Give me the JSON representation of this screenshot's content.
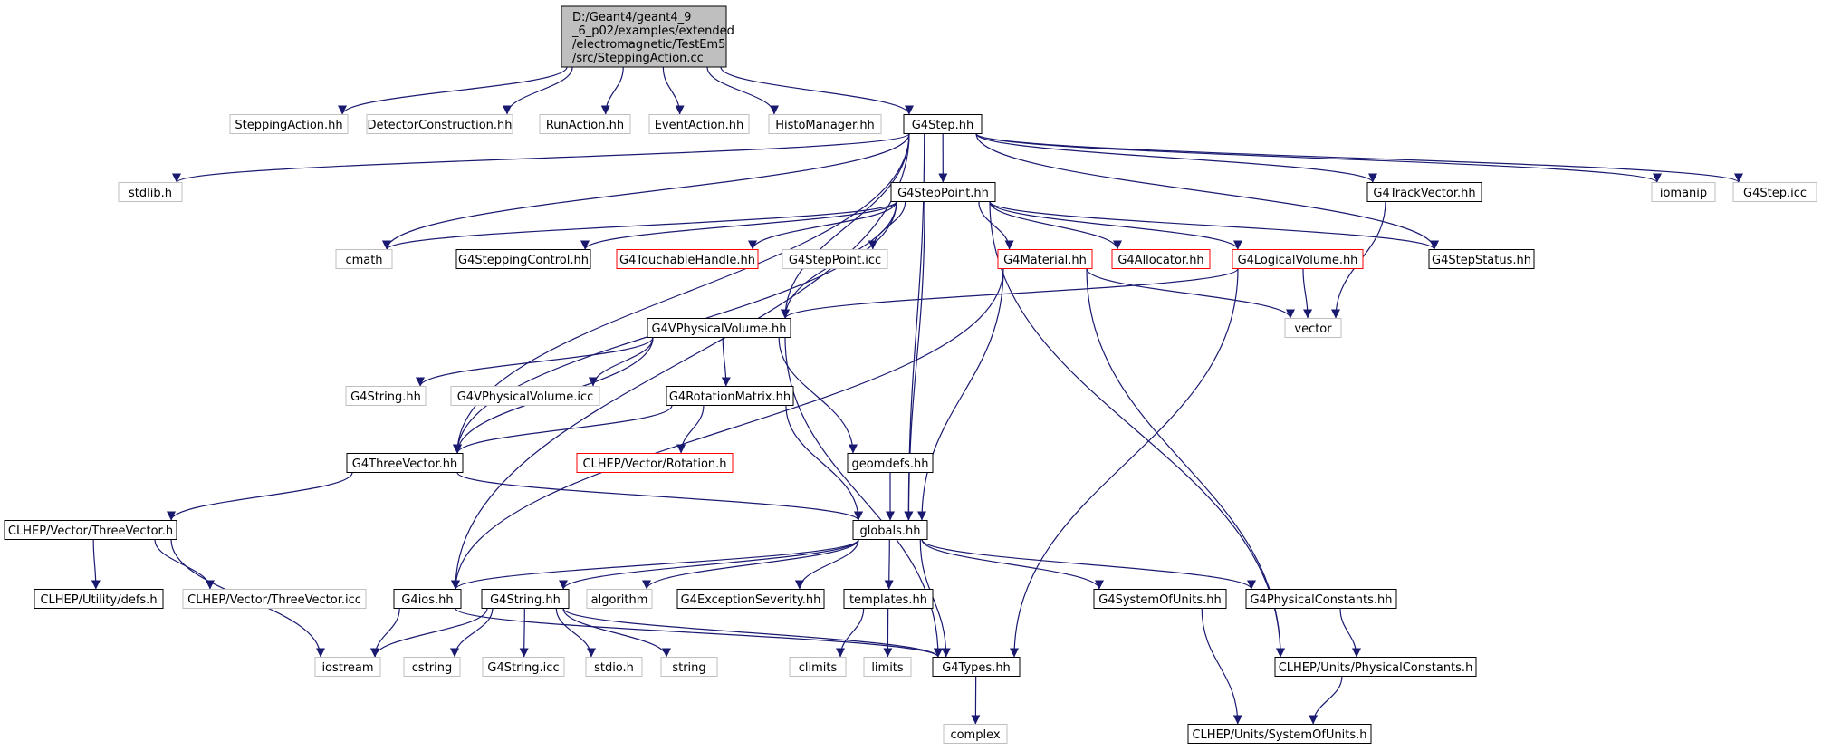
{
  "root": {
    "lines": [
      "D:/Geant4/geant4_9",
      "_6_p02/examples/extended",
      "/electromagnetic/TestEm5",
      "/src/SteppingAction.cc"
    ]
  },
  "nodes": {
    "steppingaction_hh": "SteppingAction.hh",
    "detectorconstruction_hh": "DetectorConstruction.hh",
    "runaction_hh": "RunAction.hh",
    "eventaction_hh": "EventAction.hh",
    "histomanager_hh": "HistoManager.hh",
    "g4step_hh": "G4Step.hh",
    "stdlib_h": "stdlib.h",
    "g4steppoint_hh": "G4StepPoint.hh",
    "g4trackvector_hh": "G4TrackVector.hh",
    "iomanip": "iomanip",
    "g4step_icc": "G4Step.icc",
    "cmath": "cmath",
    "g4steppingcontrol_hh": "G4SteppingControl.hh",
    "g4touchablehandle_hh": "G4TouchableHandle.hh",
    "g4steppoint_icc": "G4StepPoint.icc",
    "g4material_hh": "G4Material.hh",
    "g4allocator_hh": "G4Allocator.hh",
    "g4logicalvolume_hh": "G4LogicalVolume.hh",
    "g4stepstatus_hh": "G4StepStatus.hh",
    "vector": "vector",
    "g4vphysicalvolume_hh": "G4VPhysicalVolume.hh",
    "g4string_hh_a": "G4String.hh",
    "g4vphysicalvolume_icc": "G4VPhysicalVolume.icc",
    "g4rotationmatrix_hh": "G4RotationMatrix.hh",
    "g4threevector_hh": "G4ThreeVector.hh",
    "clhep_rotation_h": "CLHEP/Vector/Rotation.h",
    "geomdefs_hh": "geomdefs.hh",
    "clhep_threevector_h": "CLHEP/Vector/ThreeVector.h",
    "globals_hh": "globals.hh",
    "clhep_defs_h": "CLHEP/Utility/defs.h",
    "clhep_threevector_icc": "CLHEP/Vector/ThreeVector.icc",
    "g4ios_hh": "G4ios.hh",
    "g4string_hh_b": "G4String.hh",
    "algorithm": "algorithm",
    "g4exceptionseverity_hh": "G4ExceptionSeverity.hh",
    "templates_hh": "templates.hh",
    "g4systemofunits_hh": "G4SystemOfUnits.hh",
    "g4physicalconstants_hh": "G4PhysicalConstants.hh",
    "iostream": "iostream",
    "cstring": "cstring",
    "g4string_icc": "G4String.icc",
    "stdio_h": "stdio.h",
    "string": "string",
    "climits": "climits",
    "limits": "limits",
    "g4types_hh": "G4Types.hh",
    "clhep_physicalconstants_h": "CLHEP/Units/PhysicalConstants.h",
    "complex": "complex",
    "clhep_systemofunits_h": "CLHEP/Units/SystemOfUnits.h"
  },
  "colors": {
    "edge": "#191970",
    "border_documented": "#000000",
    "border_undocumented": "#bfbfbf",
    "border_truncated": "#ff0000",
    "root_fill": "#bfbfbf"
  }
}
